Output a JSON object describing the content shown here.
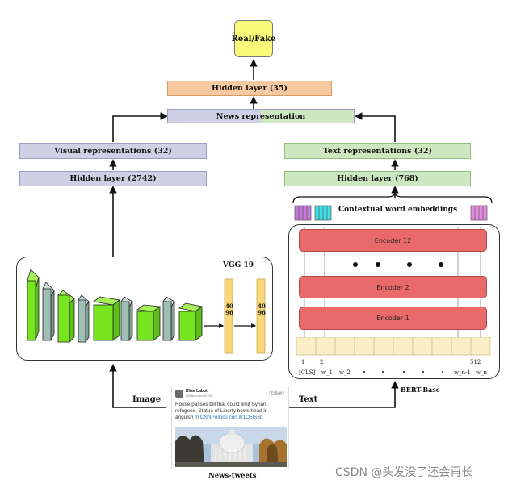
{
  "output": {
    "label": "Real/Fake"
  },
  "hidden_top": {
    "label": "Hidden layer (35)"
  },
  "news_repr": {
    "label": "News representation"
  },
  "visual": {
    "repr_label": "Visual representations (32)",
    "hidden_label": "Hidden layer (2742)",
    "vgg_label": "VGG 19",
    "fc_label": "4096"
  },
  "text": {
    "repr_label": "Text representations (32)",
    "hidden_label": "Hidden layer (768)",
    "ctx_label": "Contextual word embeddings",
    "encoder_top": "Encoder 12",
    "encoder_mid": "Encoder 2",
    "encoder_bot": "Encoder 1",
    "bert_label": "BERT-Base",
    "pos_first": "1",
    "pos_second": "2",
    "pos_last": "512",
    "tokens": [
      "[CLS]",
      "w_1",
      "w_2",
      "•",
      "•",
      "•",
      "•",
      "•",
      "w_n-1",
      "w_n"
    ]
  },
  "inputs": {
    "image_label": "Image",
    "text_label": "Text",
    "news_label": "News-tweets"
  },
  "tweet": {
    "user": "Elise Labott",
    "handle": "@EliseLabottCNN",
    "follow": "Follow",
    "body": "House passes bill that could limit Syrian refugees. Statue of Liberty bows head in anguish",
    "link": "@CNNPolitics cnn.it/1O5lS6b"
  },
  "watermark": "CSDN @头发没了还会再长",
  "colors": {
    "purple": "#cfd0e6",
    "green": "#cde8c0",
    "orange": "#f6c9a0",
    "yellow": "#fbfa7a",
    "encoder": "#e96a6a",
    "cnn_green": "#77e51f",
    "cnn_gray": "#9fbfb5",
    "fc": "#f8d77a"
  }
}
